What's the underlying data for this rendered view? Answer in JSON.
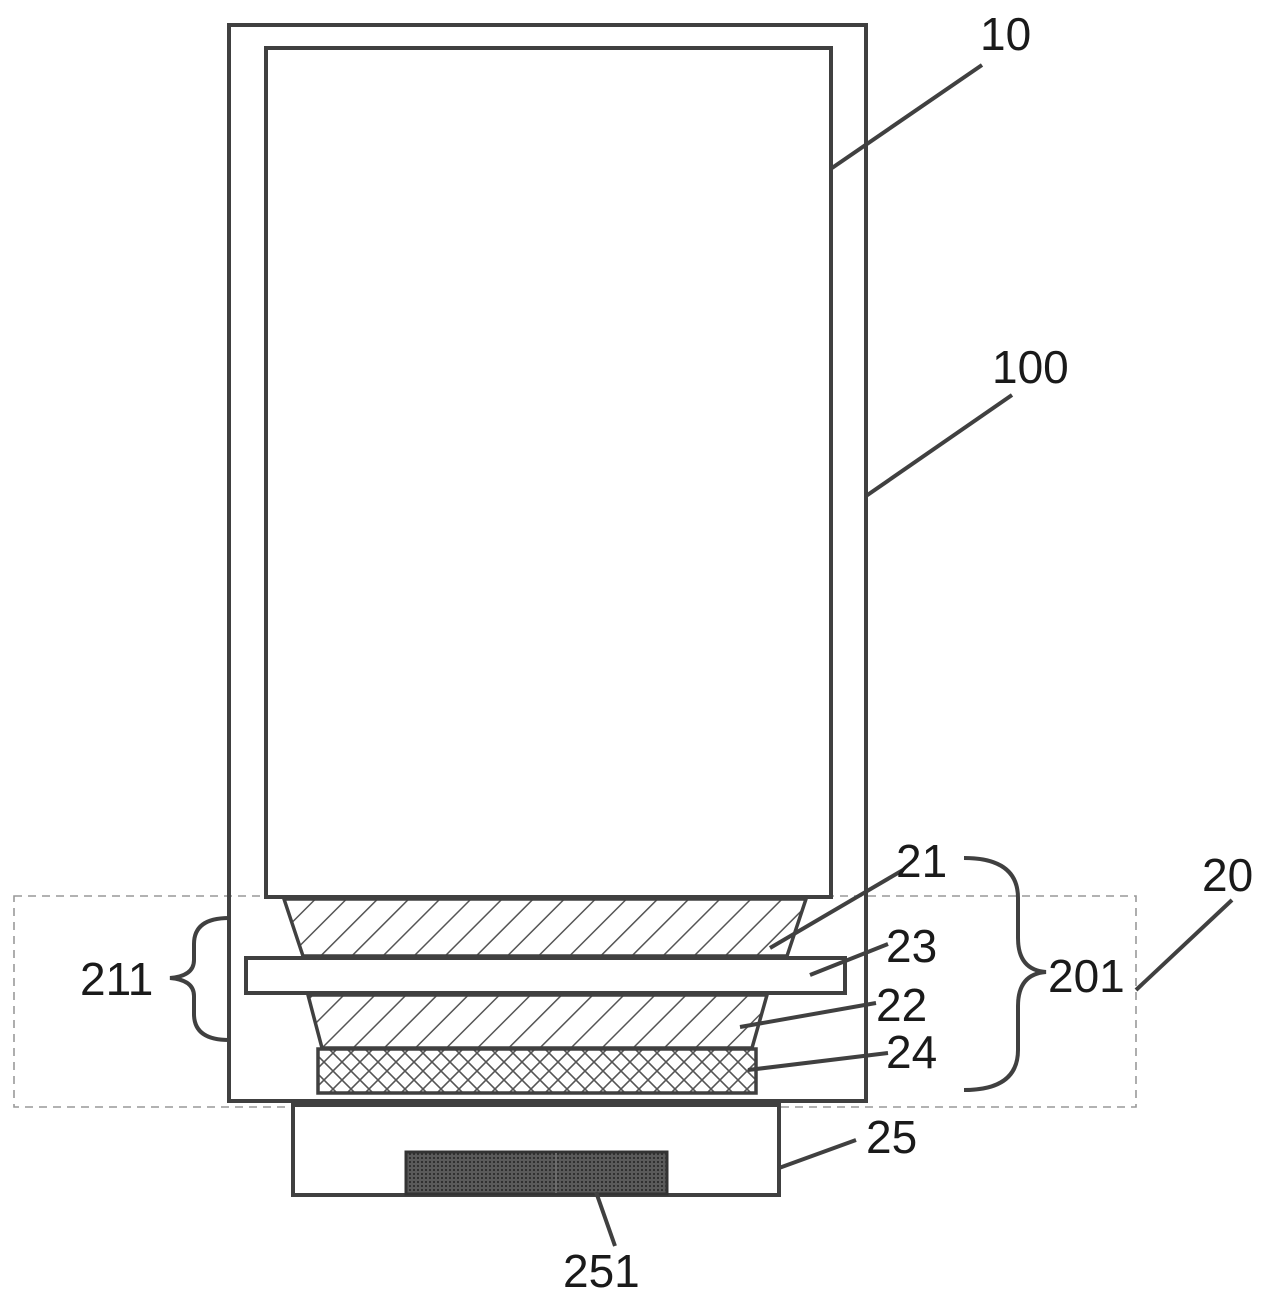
{
  "labels": {
    "l10": "10",
    "l100": "100",
    "l21": "21",
    "l23": "23",
    "l22": "22",
    "l24": "24",
    "l20": "20",
    "l201": "201",
    "l211": "211",
    "l25": "25",
    "l251": "251"
  },
  "colors": {
    "line": "#404040",
    "dashed": "#999999",
    "hatch": "#555555",
    "chip": "#3a3a3a"
  }
}
